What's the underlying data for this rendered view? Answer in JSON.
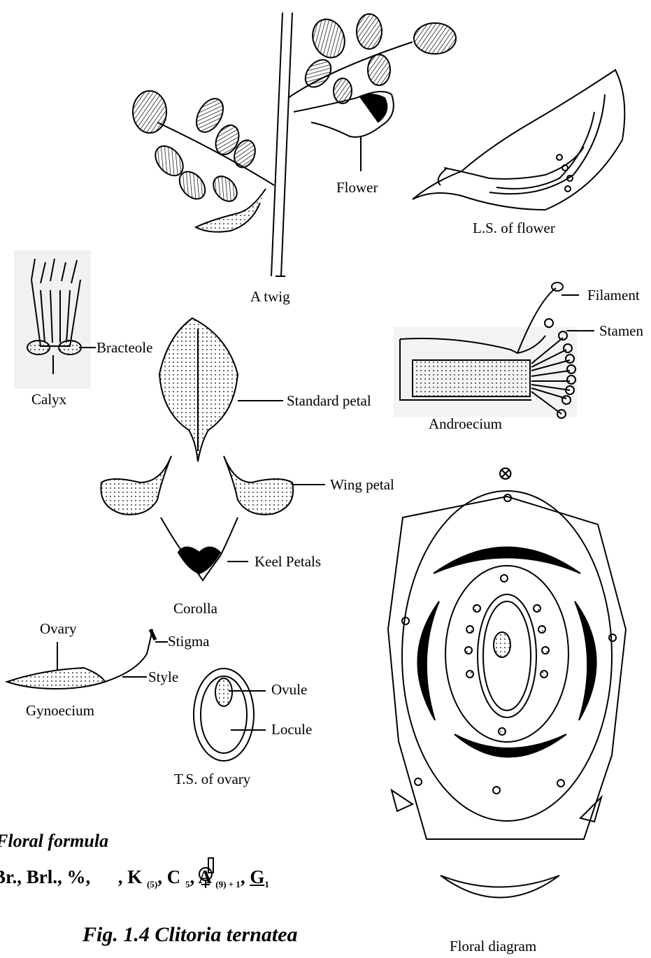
{
  "labels": {
    "flower": "Flower",
    "ls_flower": "L.S. of flower",
    "twig": "A twig",
    "filament": "Filament",
    "stamen": "Stamen",
    "bracteole": "Bracteole",
    "calyx": "Calyx",
    "standard_petal": "Standard petal",
    "androecium": "Androecium",
    "wing_petal": "Wing petal",
    "keel_petals": "Keel Petals",
    "corolla": "Corolla",
    "ovary": "Ovary",
    "stigma": "Stigma",
    "style": "Style",
    "gynoecium": "Gynoecium",
    "ovule": "Ovule",
    "locule": "Locule",
    "ts_ovary": "T.S. of ovary",
    "floral_diagram": "Floral diagram",
    "bract_symbol": "⊗"
  },
  "formula": {
    "title": "Floral formula",
    "p1": "Br., Brl., %, ",
    "p2": " , K ",
    "k_sub": "(5)",
    "p3": ", C ",
    "c_sub": "5",
    "p4": ", A ",
    "a_sub": "(9) + 1",
    "p5": ", ",
    "g": "G",
    "g_sub": "1"
  },
  "caption": "Fig. 1.4 Clitoria ternatea"
}
